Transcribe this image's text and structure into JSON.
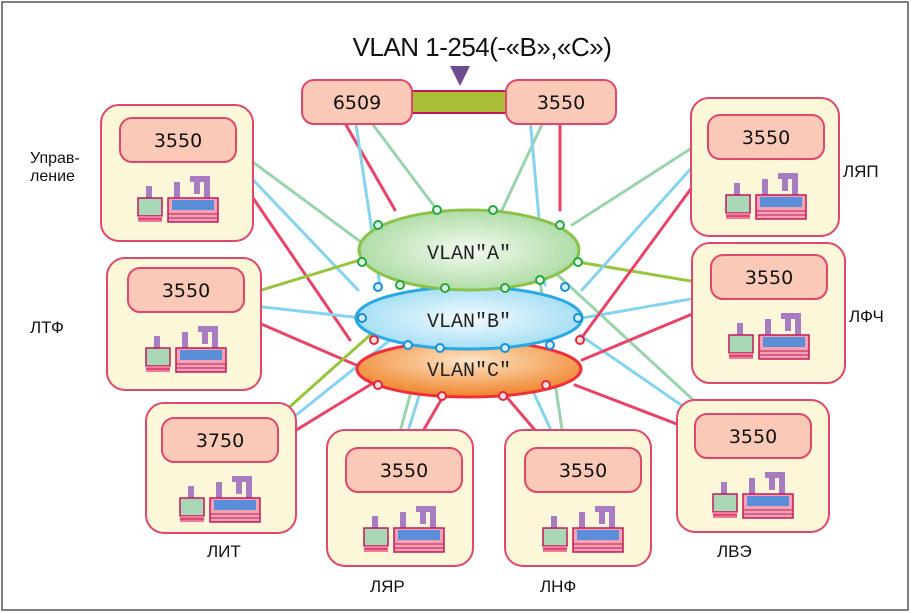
{
  "title": "VLAN 1-254(-«B»,«C»)",
  "vlans": [
    "VLAN\"A\"",
    "VLAN\"B\"",
    "VLAN\"C\""
  ],
  "core": [
    {
      "model": "6509"
    },
    {
      "model": "3550"
    }
  ],
  "nodes": [
    {
      "id": "upr",
      "label": "Управ-\nление",
      "model": "3550"
    },
    {
      "id": "ltf",
      "label": "ЛТФ",
      "model": "3550"
    },
    {
      "id": "lit",
      "label": "ЛИТ",
      "model": "3750"
    },
    {
      "id": "lyar",
      "label": "ЛЯР",
      "model": "3550"
    },
    {
      "id": "lnf",
      "label": "ЛНФ",
      "model": "3550"
    },
    {
      "id": "lve",
      "label": "ЛВЭ",
      "model": "3550"
    },
    {
      "id": "lfch",
      "label": "ЛФЧ",
      "model": "3550"
    },
    {
      "id": "lyap",
      "label": "ЛЯП",
      "model": "3550"
    }
  ],
  "colors": {
    "border": "#555555",
    "box_fill": "#fcf7d9",
    "box_stroke": "#e0476b",
    "switch_fill": "#fbc9b8",
    "trunk": "#a9bd37",
    "link_red": "#e84468",
    "link_blue": "#86d3f0",
    "link_green": "#9bd3ad",
    "link_lime": "#98c43e",
    "vlan_a": "#c9e8be",
    "vlan_b": "#c3eaf6",
    "vlan_c": "#f6a55d"
  }
}
